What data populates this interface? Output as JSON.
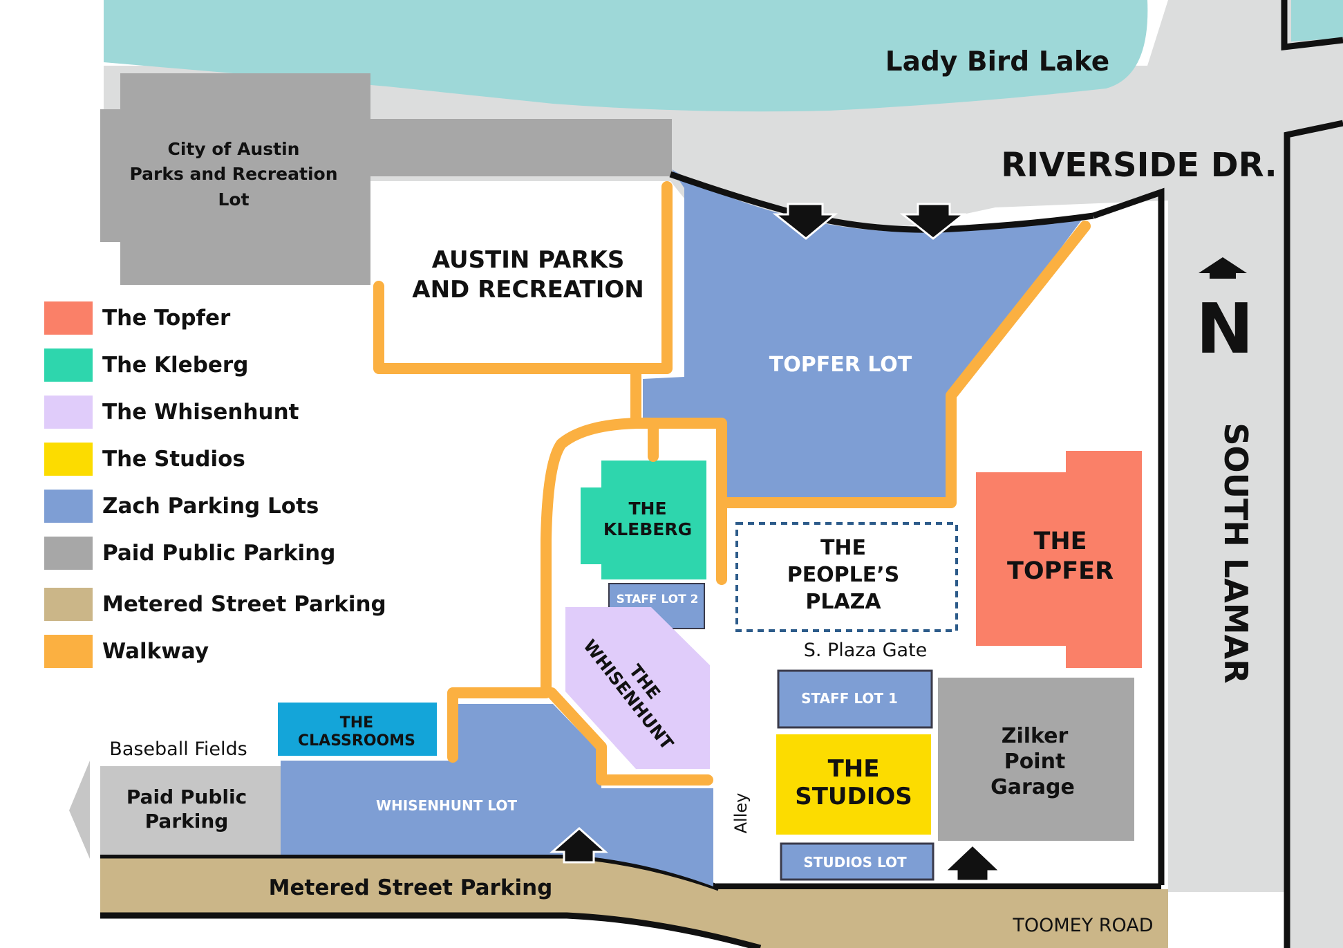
{
  "labels": {
    "lake": "Lady Bird Lake",
    "riverside": "RIVERSIDE DR.",
    "parks_lot": [
      "City of Austin",
      "Parks and Recreation",
      "Lot"
    ],
    "austin_parks": [
      "AUSTIN PARKS",
      "AND RECREATION"
    ],
    "topfer_lot": "TOPFER LOT",
    "kleberg": [
      "THE",
      "KLEBERG"
    ],
    "staff_lot_2": "STAFF LOT 2",
    "peoples_plaza": [
      "THE",
      "PEOPLE’S",
      "PLAZA"
    ],
    "topfer": [
      "THE",
      "TOPFER"
    ],
    "s_plaza_gate": "S. Plaza Gate",
    "whisenhunt": [
      "THE",
      "WHISENHUNT"
    ],
    "staff_lot_1": "STAFF LOT 1",
    "zilker": [
      "Zilker",
      "Point",
      "Garage"
    ],
    "studios": [
      "THE",
      "STUDIOS"
    ],
    "studios_lot": "STUDIOS LOT",
    "classrooms": [
      "THE",
      "CLASSROOMS"
    ],
    "baseball_fields": "Baseball Fields",
    "paid_public_parking": [
      "Paid Public",
      "Parking"
    ],
    "whisenhunt_lot": "WHISENHUNT LOT",
    "alley": "Alley",
    "metered": "Metered Street Parking",
    "toomey": "TOOMEY ROAD",
    "north": "N",
    "south_lamar": "SOUTH LAMAR"
  },
  "legend": [
    {
      "label": "The Topfer",
      "color": "#fa8068"
    },
    {
      "label": "The Kleberg",
      "color": "#2ed6ad"
    },
    {
      "label": "The Whisenhunt",
      "color": "#e0ccfa"
    },
    {
      "label": "The Studios",
      "color": "#fcdc00"
    },
    {
      "label": "Zach Parking Lots",
      "color": "#7e9ed4"
    },
    {
      "label": "Paid Public Parking",
      "color": "#a7a7a7"
    },
    {
      "label": "Metered Street Parking",
      "color": "#cbb688"
    },
    {
      "label": "Walkway",
      "color": "#fbb041"
    }
  ],
  "colors": {
    "water": "#9ed8d8",
    "road": "#dcdddd",
    "zach_lot": "#7e9ed4",
    "paid": "#a7a7a7",
    "metered": "#cbb688",
    "walkway": "#fbb041",
    "topfer": "#fa8068",
    "kleberg": "#2ed6ad",
    "whisenhunt": "#e0ccfa",
    "studios": "#fcdc00",
    "classrooms": "#14a5d9",
    "plaza_border": "#2c5b8a"
  },
  "icons": {
    "entrance_arrow": "down-arrow-icon",
    "up_arrow": "up-arrow-icon",
    "west_arrow": "left-arrow-icon",
    "north_arrow": "north-arrow-icon"
  }
}
